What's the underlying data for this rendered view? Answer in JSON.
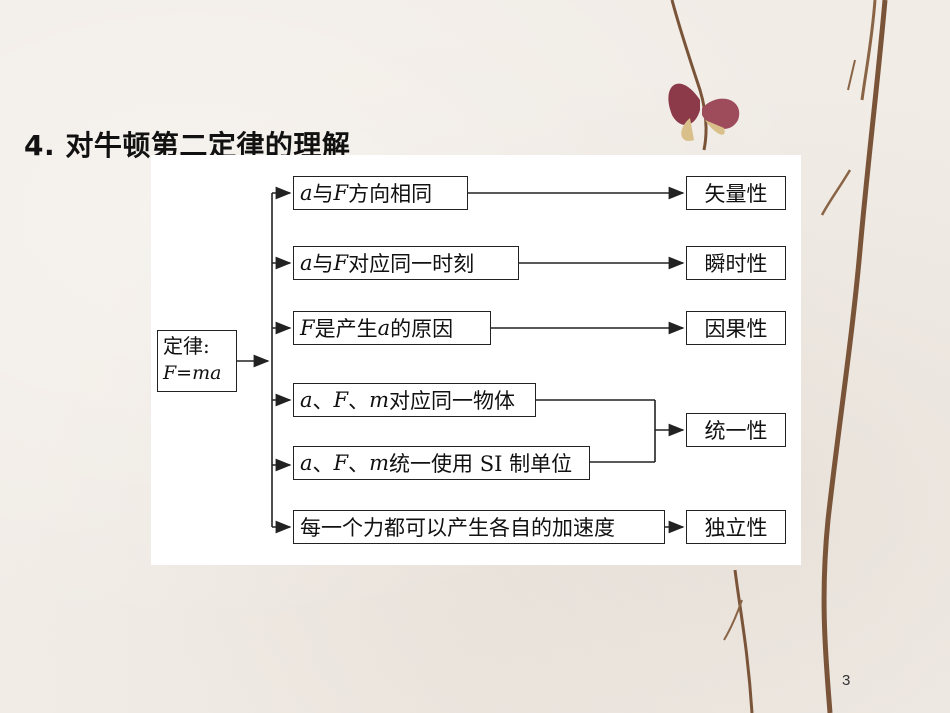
{
  "slide": {
    "title": "4. 对牛顿第二定律的理解",
    "page_number": "3"
  },
  "diagram": {
    "law_label": "定律:",
    "law_formula": "F=ma",
    "conditions": [
      {
        "prefix_var": "a",
        "text": " 与",
        "var2": "F",
        "rest": "方向相同"
      },
      {
        "prefix_var": "a",
        "text": " 与",
        "var2": "F",
        "rest": "对应同一时刻"
      },
      {
        "prefix_var": "F",
        "text": "是产生",
        "var2": "a",
        "rest": "的原因"
      },
      {
        "prefix_var": "a",
        "text": "、",
        "var2": "F",
        "rest": "、",
        "var3": "m",
        "rest2": " 对应同一物体"
      },
      {
        "prefix_var": "a",
        "text": "、",
        "var2": "F",
        "rest": "、",
        "var3": "m",
        "rest2": " 统一使用 SI 制单位"
      },
      {
        "text_only": "每一个力都可以产生各自的加速度"
      }
    ],
    "properties": [
      "矢量性",
      "瞬时性",
      "因果性",
      "统一性",
      "独立性"
    ]
  },
  "colors": {
    "background": "#f1ece6",
    "panel": "#ffffff",
    "line": "#222222",
    "branch": "#6b4a32"
  }
}
